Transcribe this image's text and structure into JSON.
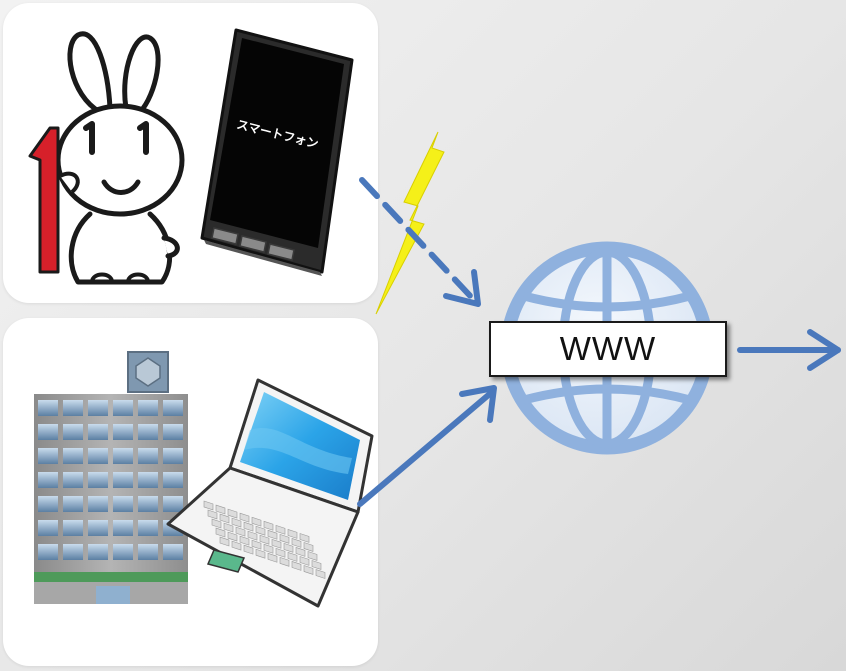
{
  "nodes": {
    "smartphone": {
      "screen_text": "スマートフォン"
    },
    "mascot": {
      "badge": "1"
    },
    "building": {},
    "laptop": {},
    "internet": {
      "label": "WWW"
    }
  },
  "edges": [
    {
      "from": "smartphone",
      "to": "internet",
      "style": "dashed",
      "note": "wireless"
    },
    {
      "from": "laptop",
      "to": "internet",
      "style": "solid"
    },
    {
      "from": "internet",
      "to": "outside",
      "style": "solid"
    }
  ],
  "colors": {
    "arrow": "#4a78bc",
    "lightning": "#f5f019",
    "globe": "#8fb1de",
    "panel": "#ffffff"
  }
}
